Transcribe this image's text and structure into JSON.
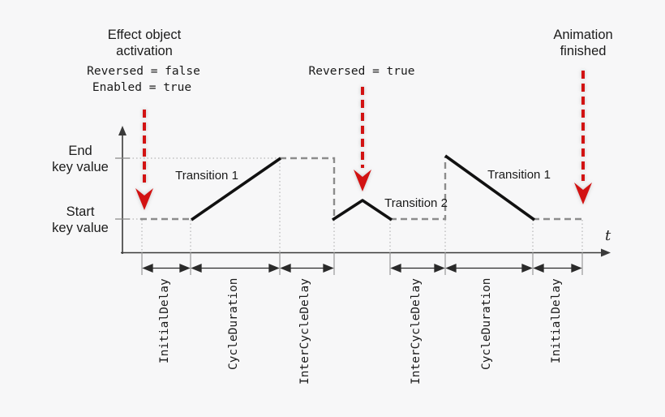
{
  "annotations": {
    "activation": {
      "title": "Effect object\nactivation",
      "property_1": "Reversed = false",
      "property_2": "Enabled = true"
    },
    "reversal": {
      "label": "Reversed = true"
    },
    "finished": {
      "title": "Animation\nfinished"
    }
  },
  "axis": {
    "end_key_label": "End\nkey value",
    "start_key_label": "Start\nkey value",
    "time_label": "t"
  },
  "curve": {
    "transition_1_first": "Transition 1",
    "transition_2": "Transition 2",
    "transition_1_second": "Transition 1",
    "segments_drawn": [
      {
        "style": "dashed",
        "level": "start",
        "span": "InitialDelay"
      },
      {
        "style": "solid",
        "label": "Transition 1",
        "from": "start",
        "to": "end"
      },
      {
        "style": "dashed",
        "level": "end",
        "span": "InterCycleDelay"
      },
      {
        "style": "dashed",
        "drop": "end to start at reversal"
      },
      {
        "style": "solid",
        "label": "Transition 2",
        "shape": "small peak at start level"
      },
      {
        "style": "dashed",
        "level": "start",
        "span": "InterCycleDelay"
      },
      {
        "style": "solid",
        "label": "Transition 1",
        "from": "end",
        "to": "start"
      },
      {
        "style": "dashed",
        "level": "start",
        "span": "InitialDelay"
      }
    ]
  },
  "timeline": {
    "segments": [
      {
        "label": "InitialDelay"
      },
      {
        "label": "CycleDuration"
      },
      {
        "label": "InterCycleDelay"
      },
      {
        "label": "InterCycleDelay"
      },
      {
        "label": "CycleDuration"
      },
      {
        "label": "InitialDelay"
      }
    ]
  },
  "colors": {
    "background": "#f7f7f8",
    "red_arrow": "#d21212",
    "dashed_gray": "#8c8c8c",
    "solid_line": "#111111",
    "axis": "#3a3a3a",
    "dotted_guide": "#b5b5b5",
    "text": "#1c1c1c"
  }
}
